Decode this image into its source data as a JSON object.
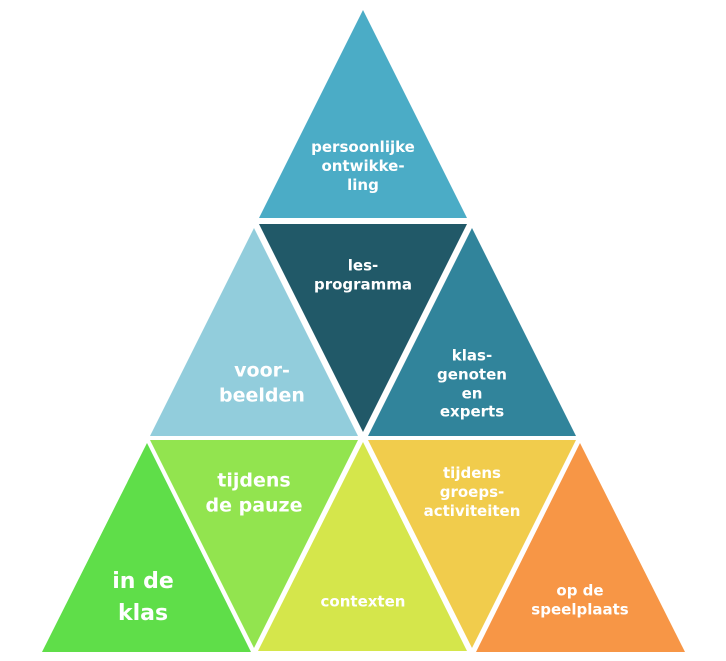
{
  "tiles": [
    {
      "id": "persoonlijke",
      "label": "persoonlijke\nontwikke-\nling",
      "color": "#4bacc6"
    },
    {
      "id": "lesprogramma",
      "label": "les-\nprogramma",
      "color": "#215968"
    },
    {
      "id": "voorbeelden",
      "label": "voor-\nbeelden",
      "color": "#92cddc"
    },
    {
      "id": "klasgenoten",
      "label": "klas-\ngenoten\nen\nexperts",
      "color": "#31849b"
    },
    {
      "id": "inde-klas",
      "label": "in de\nklas",
      "color": "#5fde49"
    },
    {
      "id": "tijdens-pauze",
      "label": "tijdens\nde pauze",
      "color": "#92e44f"
    },
    {
      "id": "contexten",
      "label": "contexten",
      "color": "#d5e64b"
    },
    {
      "id": "tijdens-groeps",
      "label": "tijdens\ngroeps-\nactiviteiten",
      "color": "#f1cc4c"
    },
    {
      "id": "op-de-speelplaats",
      "label": "op de\nspeelplaats",
      "color": "#f79646"
    }
  ]
}
